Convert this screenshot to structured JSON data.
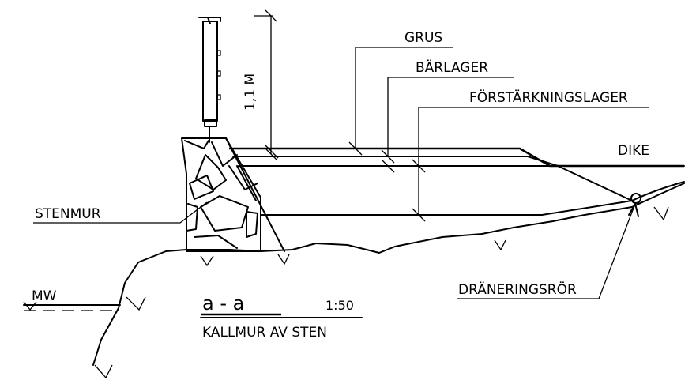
{
  "labels": {
    "grus": "GRUS",
    "barlager": "BÄRLAGER",
    "forstarkningslager": "FÖRSTÄRKNINGSLAGER",
    "dike": "DIKE",
    "stenmur": "STENMUR",
    "dimension": "1,1 M",
    "mw": "MW",
    "draneringsror": "DRÄNERINGSRÖR"
  },
  "title_block": {
    "section_mark": "a - a",
    "scale": "1:50",
    "subtitle": "KALLMUR AV STEN"
  }
}
